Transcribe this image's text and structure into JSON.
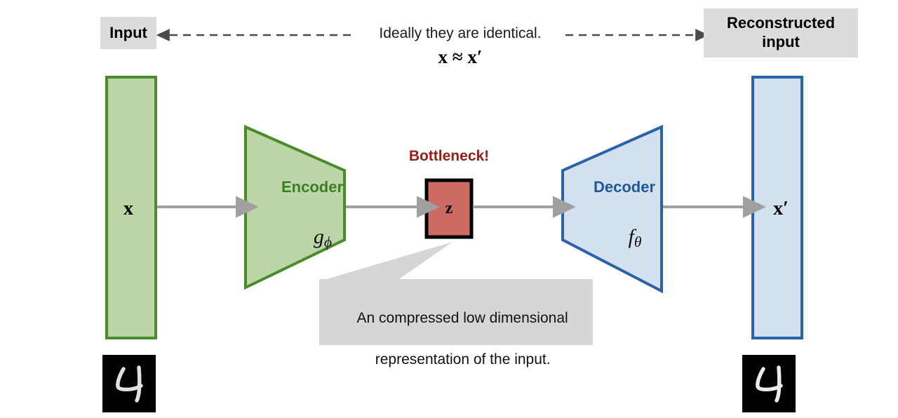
{
  "diagram": {
    "title": "Autoencoder architecture",
    "header": {
      "input_tag": "Input",
      "reconstructed_tag_line1": "Reconstructed",
      "reconstructed_tag_line2": "input",
      "ideally_text": "Ideally they are identical.",
      "ideally_math": "x ≈ x′"
    },
    "input_block": {
      "label": "x",
      "fill": "#bdd6a8",
      "stroke": "#4a8b2c"
    },
    "output_block": {
      "label": "x′",
      "fill": "#d2e0f0",
      "stroke": "#2a62a8"
    },
    "encoder": {
      "name": "Encoder",
      "function_base": "g",
      "function_sub": "ϕ",
      "fill": "#bdd6a8",
      "stroke": "#4a8b2c",
      "text_color": "#3d7c24"
    },
    "decoder": {
      "name": "Decoder",
      "function_base": "f",
      "function_sub": "θ",
      "fill": "#d2e0f0",
      "stroke": "#2a62a8",
      "text_color": "#1f5899"
    },
    "bottleneck": {
      "title": "Bottleneck!",
      "label": "z",
      "fill": "#cd6b63",
      "stroke": "#000000",
      "title_color": "#93201b"
    },
    "callout": {
      "line1": "An compressed low dimensional",
      "line2": "representation of the input.",
      "fill": "#d6d6d6"
    },
    "arrows": {
      "flow_color": "#a0a0a0",
      "dashed_color": "#4a4a4a"
    },
    "digits": {
      "input_digit": "4",
      "output_digit": "4",
      "background": "#000000",
      "stroke": "#f2f2f2"
    }
  }
}
